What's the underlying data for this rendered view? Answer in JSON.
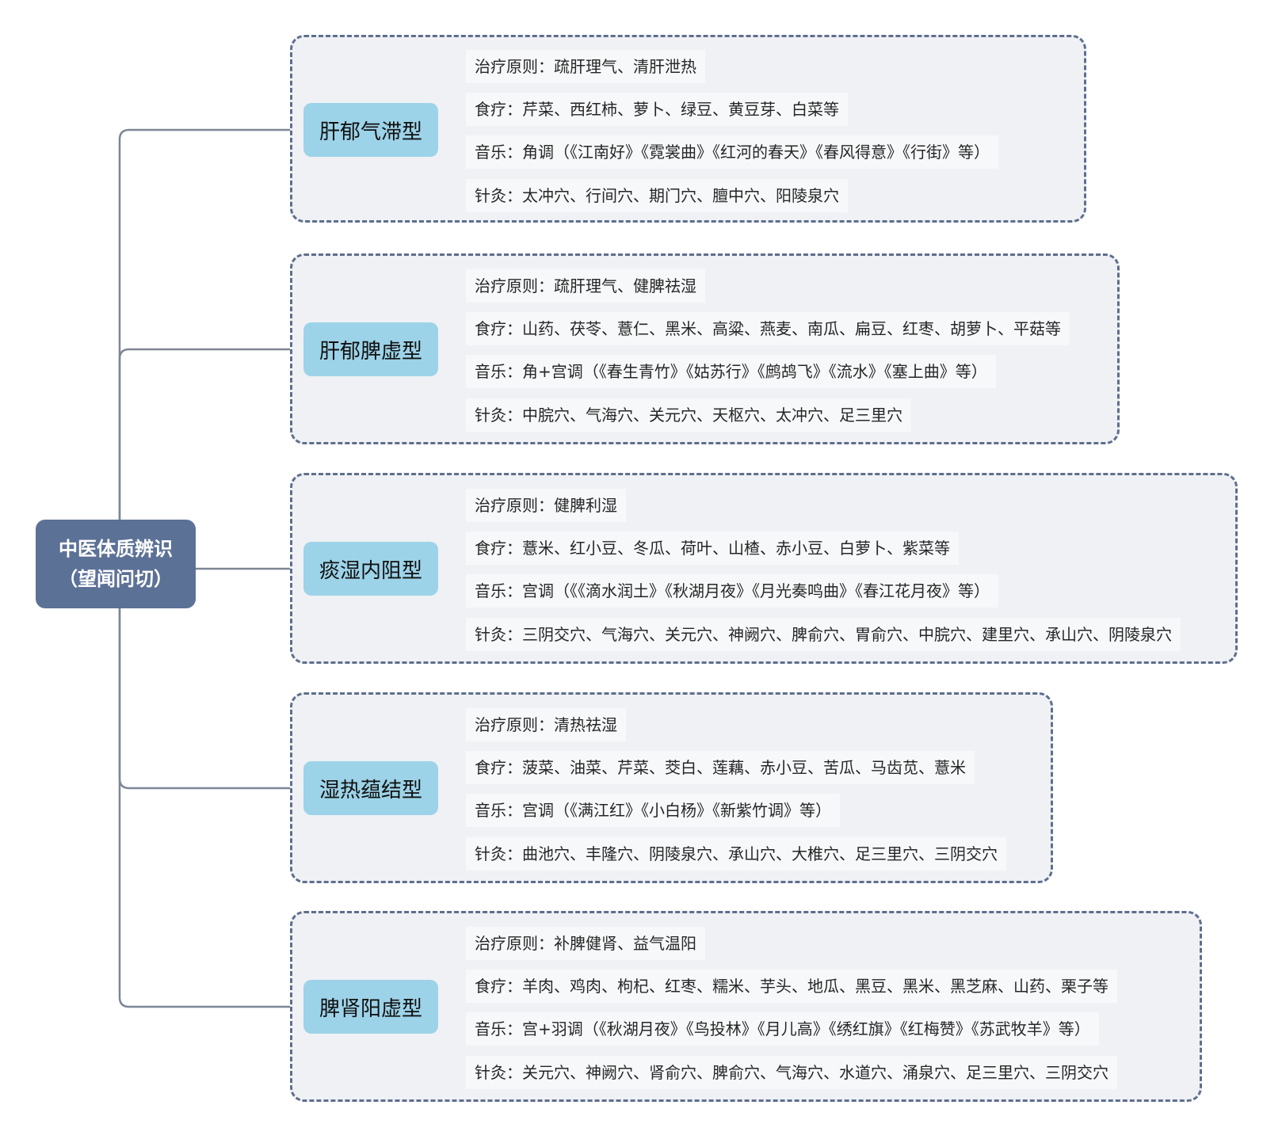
{
  "root": {
    "line1": "中医体质辨识",
    "line2": "（望闻问切）"
  },
  "colors": {
    "root_fill": "#5c7196",
    "branch_fill": "#9dd3e8",
    "group_fill": "#eff1f5",
    "group_border": "#5f6e8c",
    "trunk_line": "#7d8696",
    "branch_line_colors": [
      "#c9a3dd",
      "#3f9fa0",
      "#74b25a",
      "#7d8696",
      "#7d8696"
    ]
  },
  "branches": [
    {
      "label": "肝郁气滞型",
      "leaves": [
        "治疗原则：疏肝理气、清肝泄热",
        "食疗：芹菜、西红柿、萝卜、绿豆、黄豆芽、白菜等",
        "音乐：角调（《江南好》《霓裳曲》《红河的春天》《春风得意》《行街》等）",
        "针灸：太冲穴、行间穴、期门穴、膻中穴、阳陵泉穴"
      ]
    },
    {
      "label": "肝郁脾虚型",
      "leaves": [
        "治疗原则：疏肝理气、健脾祛湿",
        "食疗：山药、茯苓、薏仁、黑米、高粱、燕麦、南瓜、扁豆、红枣、胡萝卜、平菇等",
        "音乐：角+宫调（《春生青竹》《姑苏行》《鹧鸪飞》《流水》《塞上曲》等）",
        "针灸：中脘穴、气海穴、关元穴、天枢穴、太冲穴、足三里穴"
      ]
    },
    {
      "label": "痰湿内阻型",
      "leaves": [
        "治疗原则：健脾利湿",
        "食疗：薏米、红小豆、冬瓜、荷叶、山楂、赤小豆、白萝卜、紫菜等",
        "音乐：宫调（《《滴水润土》《秋湖月夜》《月光奏鸣曲》《春江花月夜》等）",
        "针灸：三阴交穴、气海穴、关元穴、神阙穴、脾俞穴、胃俞穴、中脘穴、建里穴、承山穴、阴陵泉穴"
      ]
    },
    {
      "label": "湿热蕴结型",
      "leaves": [
        "治疗原则：清热祛湿",
        "食疗：菠菜、油菜、芹菜、茭白、莲藕、赤小豆、苦瓜、马齿苋、薏米",
        "音乐：宫调（《满江红》《小白杨》《新紫竹调》等）",
        "针灸：曲池穴、丰隆穴、阴陵泉穴、承山穴、大椎穴、足三里穴、三阴交穴"
      ]
    },
    {
      "label": "脾肾阳虚型",
      "leaves": [
        "治疗原则：补脾健肾、益气温阳",
        "食疗：羊肉、鸡肉、枸杞、红枣、糯米、芋头、地瓜、黑豆、黑米、黑芝麻、山药、栗子等",
        "音乐：宫+羽调（《秋湖月夜》《鸟投林》《月儿高》《绣红旗》《红梅赞》《苏武牧羊》等）",
        "针灸：关元穴、神阙穴、肾俞穴、脾俞穴、气海穴、水道穴、涌泉穴、足三里穴、三阴交穴"
      ]
    }
  ]
}
